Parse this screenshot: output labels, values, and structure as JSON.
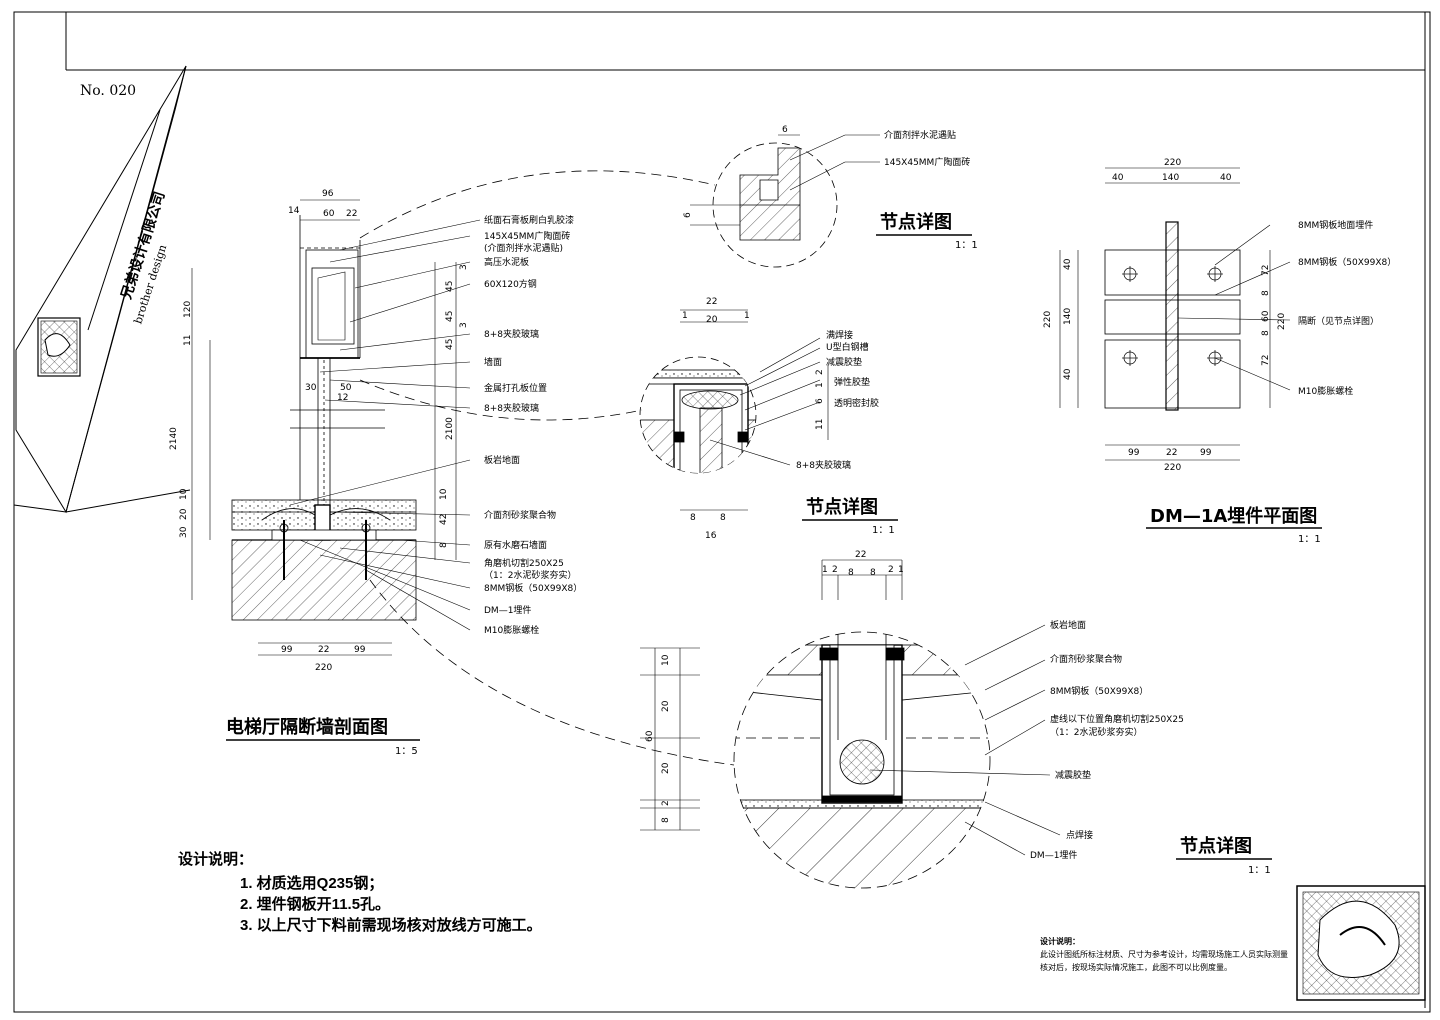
{
  "sheet": {
    "number": "No. 020",
    "company_cn": "兄弟设计有限公司",
    "company_en": "brother design"
  },
  "section": {
    "title": "电梯厅隔断墙剖面图",
    "scale": "1：5",
    "dims_top": [
      "96",
      "14",
      "60",
      "22"
    ],
    "dims_bottom": [
      "99",
      "22",
      "99",
      "220"
    ],
    "dims_left": [
      "120",
      "11",
      "2140",
      "10",
      "20",
      "30"
    ],
    "dims_right": [
      "3",
      "45",
      "45",
      "3",
      "45",
      "50",
      "30",
      "12",
      "2100",
      "10",
      "42",
      "8"
    ],
    "labels": [
      "纸面石膏板刷白乳胶漆",
      "145X45MM广陶面砖",
      "(介面剂拌水泥遇贴)",
      "高压水泥板",
      "60X120方钢",
      "8+8夹胶玻璃",
      "墙面",
      "金属打孔板位置",
      "8+8夹胶玻璃",
      "板岩地面",
      "介面剂砂浆聚合物",
      "原有水磨石墙面",
      "角磨机切割250X25",
      "（1：2水泥砂浆夯实）",
      "8MM钢板（50X99X8）",
      "DM—1埋件",
      "M10膨胀螺栓"
    ]
  },
  "detail_top": {
    "title": "节点详图",
    "scale": "1：1",
    "dims": [
      "6",
      "6"
    ],
    "labels": [
      "介面剂拌水泥遇贴",
      "145X45MM广陶面砖"
    ]
  },
  "detail_mid": {
    "title": "节点详图",
    "scale": "1：1",
    "dims_top": [
      "22",
      "1",
      "20",
      "1"
    ],
    "dims_right": [
      "2",
      "1",
      "6",
      "11"
    ],
    "dims_bottom": [
      "8",
      "8",
      "16"
    ],
    "labels": [
      "满焊接",
      "U型白钢槽",
      "减震胶垫",
      "弹性胶垫",
      "透明密封胶",
      "8+8夹胶玻璃"
    ]
  },
  "plan": {
    "title": "DM—1A埋件平面图",
    "scale": "1：1",
    "dims_top": [
      "220",
      "40",
      "140",
      "40"
    ],
    "dims_left": [
      "220",
      "40",
      "140",
      "40"
    ],
    "dims_right": [
      "72",
      "8",
      "60",
      "8",
      "72",
      "220"
    ],
    "dims_bottom": [
      "99",
      "22",
      "99",
      "220"
    ],
    "labels": [
      "8MM钢板地面埋件",
      "8MM钢板（50X99X8）",
      "隔断（见节点详图）",
      "M10膨胀螺栓"
    ]
  },
  "detail_big": {
    "title": "节点详图",
    "scale": "1：1",
    "dims_top": [
      "22",
      "1",
      "2",
      "8",
      "8",
      "2",
      "1"
    ],
    "dims_left": [
      "60",
      "10",
      "20",
      "20",
      "2",
      "8"
    ],
    "labels": [
      "板岩地面",
      "介面剂砂浆聚合物",
      "8MM钢板（50X99X8）",
      "虚线以下位置角磨机切割250X25",
      "（1：2水泥砂浆夯实）",
      "减震胶垫",
      "点焊接",
      "DM—1埋件"
    ]
  },
  "notes": {
    "heading": "设计说明：",
    "items": [
      "1. 材质选用Q235钢；",
      "2. 埋件钢板开11.5孔。",
      "3. 以上尺寸下料前需现场核对放线方可施工。"
    ]
  },
  "fine_print": {
    "heading": "设计说明：",
    "body": "此设计图纸所标注材质、尺寸为参考设计，均需现场施工人员实际测量核对后，按现场实际情况施工，此图不可以比例度量。"
  }
}
